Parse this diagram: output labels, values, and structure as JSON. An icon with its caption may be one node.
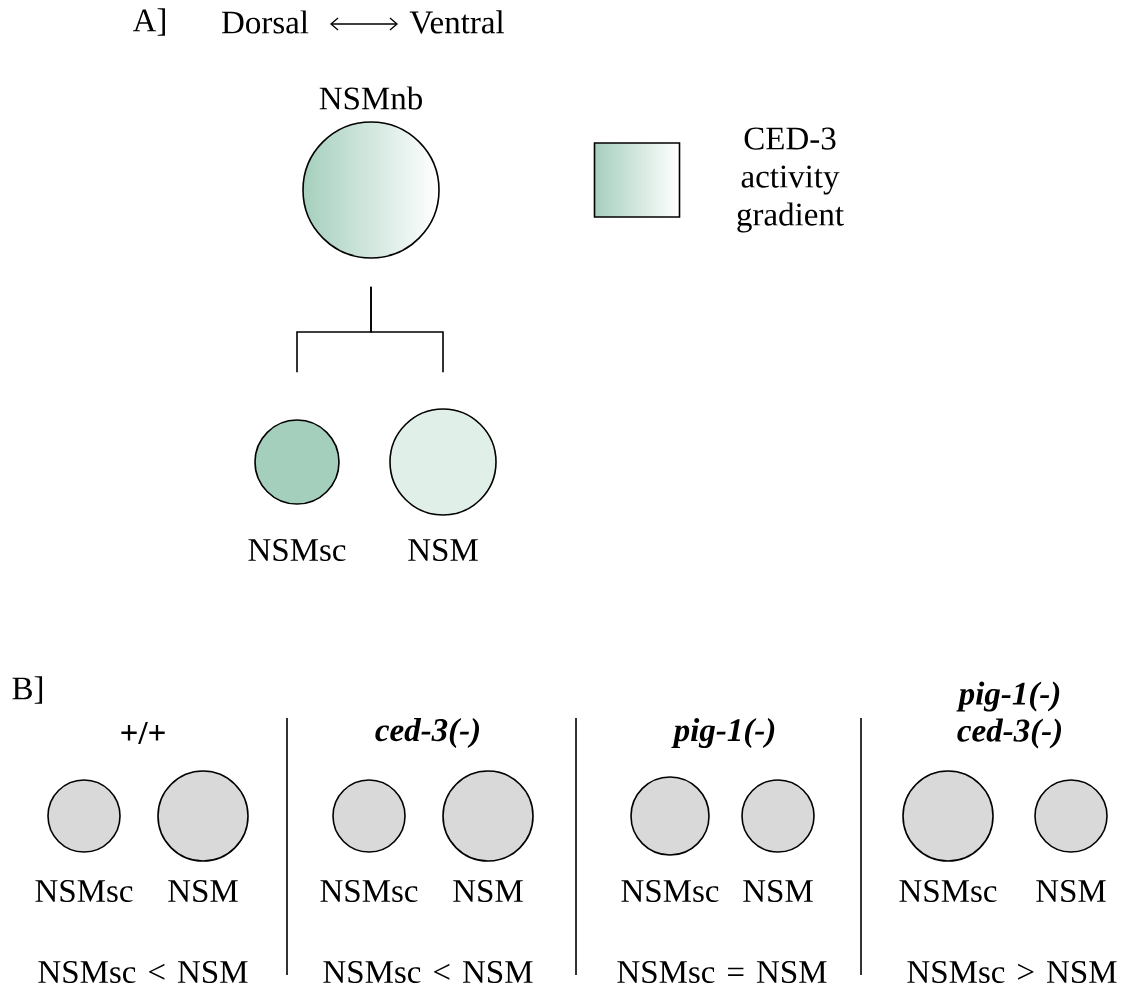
{
  "diagram": {
    "nodes": [
      {
        "text": [
          "NSMnb"
        ]
      },
      {
        "text": [
          "NSMsc"
        ]
      },
      {
        "text": [
          "NSM"
        ]
      },
      {
        "text": [
          "NSMsc"
        ]
      },
      {
        "text": [
          "NSM"
        ]
      },
      {
        "text": [
          "NSMsc"
        ]
      },
      {
        "text": [
          "NSM"
        ]
      },
      {
        "text": [
          "NSMsc"
        ]
      },
      {
        "text": [
          "NSM"
        ]
      },
      {
        "text": [
          "NSMsc"
        ]
      },
      {
        "text": [
          "NSM"
        ]
      }
    ],
    "edges": [
      {
        "from": 0,
        "to": 1,
        "arrow": "none"
      },
      {
        "from": 0,
        "to": 2,
        "arrow": "none"
      }
    ],
    "labels": [
      "A]",
      "Dorsal",
      "Ventral",
      "B]",
      "+/+",
      "ced-3(-)",
      "pig-1(-)",
      "pig-1(-) ced-3(-)",
      "NSMsc < NSM",
      "NSMsc < NSM",
      "NSMsc = NSM",
      "NSMsc > NSM"
    ],
    "legend": [
      {
        "text": "CED-3 activity gradient"
      }
    ]
  }
}
